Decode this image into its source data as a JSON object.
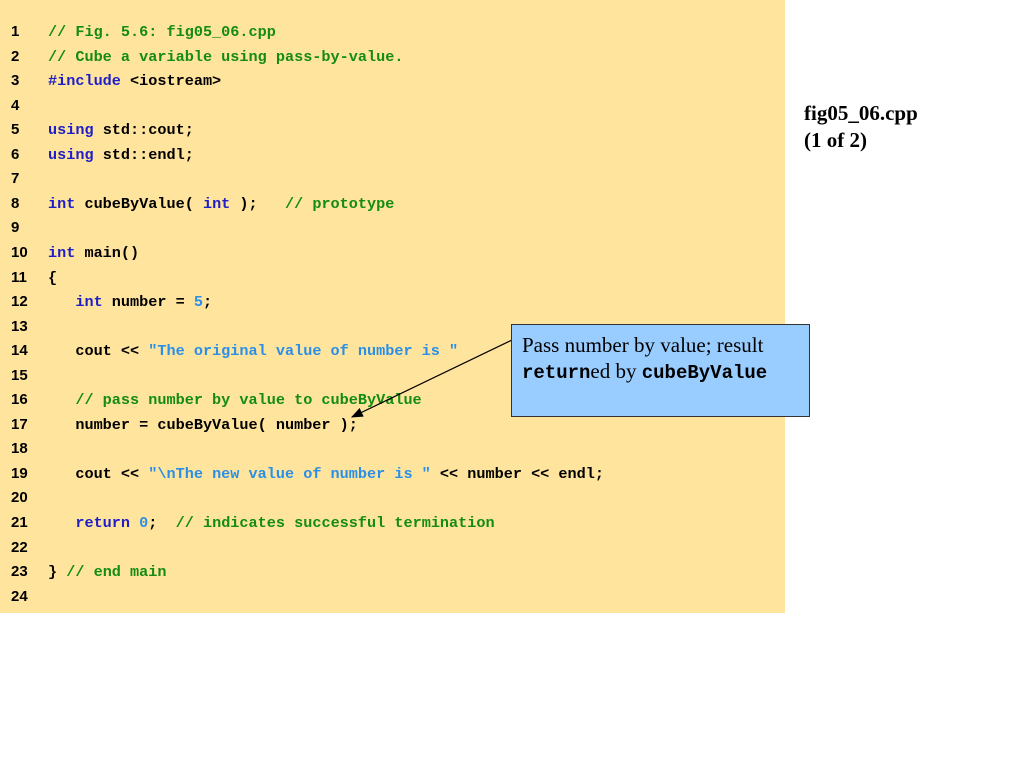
{
  "slide": {
    "side_title_line1": "fig05_06.cpp",
    "side_title_line2": "(1 of 2)"
  },
  "code": {
    "line_numbers": [
      "1",
      "2",
      "3",
      "4",
      "5",
      "6",
      "7",
      "8",
      "9",
      "10",
      "11",
      "12",
      "13",
      "14",
      "15",
      "16",
      "17",
      "18",
      "19",
      "20",
      "21",
      "22",
      "23",
      "24"
    ],
    "lines": [
      [
        {
          "t": "cm",
          "s": "// Fig. 5.6: fig05_06.cpp"
        }
      ],
      [
        {
          "t": "cm",
          "s": "// Cube a variable using pass-by-value."
        }
      ],
      [
        {
          "t": "kw",
          "s": "#include"
        },
        {
          "t": "",
          "s": " <iostream>"
        }
      ],
      [],
      [
        {
          "t": "kw",
          "s": "using"
        },
        {
          "t": "",
          "s": " std::cout;"
        }
      ],
      [
        {
          "t": "kw",
          "s": "using"
        },
        {
          "t": "",
          "s": " std::endl;"
        }
      ],
      [],
      [
        {
          "t": "kw",
          "s": "int"
        },
        {
          "t": "",
          "s": " cubeByValue( "
        },
        {
          "t": "kw",
          "s": "int"
        },
        {
          "t": "",
          "s": " );   "
        },
        {
          "t": "cm",
          "s": "// prototype"
        }
      ],
      [],
      [
        {
          "t": "kw",
          "s": "int"
        },
        {
          "t": "",
          "s": " main()"
        }
      ],
      [
        {
          "t": "",
          "s": "{"
        }
      ],
      [
        {
          "t": "",
          "s": "   "
        },
        {
          "t": "kw",
          "s": "int"
        },
        {
          "t": "",
          "s": " number = "
        },
        {
          "t": "nm",
          "s": "5"
        },
        {
          "t": "",
          "s": ";"
        }
      ],
      [],
      [
        {
          "t": "",
          "s": "   cout << "
        },
        {
          "t": "st",
          "s": "\"The original value of number is \""
        }
      ],
      [],
      [
        {
          "t": "",
          "s": "   "
        },
        {
          "t": "cm",
          "s": "// pass number by value to cubeByValue"
        }
      ],
      [
        {
          "t": "",
          "s": "   number = cubeByValue( number );"
        }
      ],
      [],
      [
        {
          "t": "",
          "s": "   cout << "
        },
        {
          "t": "st",
          "s": "\"\\nThe new value of number is \""
        },
        {
          "t": "",
          "s": " << number << endl;"
        }
      ],
      [],
      [
        {
          "t": "",
          "s": "   "
        },
        {
          "t": "kw",
          "s": "return"
        },
        {
          "t": "",
          "s": " "
        },
        {
          "t": "nm",
          "s": "0"
        },
        {
          "t": "",
          "s": ";  "
        },
        {
          "t": "cm",
          "s": "// indicates successful termination"
        }
      ],
      [],
      [
        {
          "t": "",
          "s": "} "
        },
        {
          "t": "cm",
          "s": "// end main"
        }
      ],
      []
    ]
  },
  "callout": {
    "text_part1": "Pass number by value; result ",
    "text_mono1": "return",
    "text_part2": "ed by ",
    "text_mono2": "cubeByValue"
  },
  "colors": {
    "code_background": "#FFE49D",
    "keyword": "#1E1EC8",
    "comment": "#148C14",
    "string": "#2A8FE8",
    "callout_background": "#99CCFF"
  }
}
